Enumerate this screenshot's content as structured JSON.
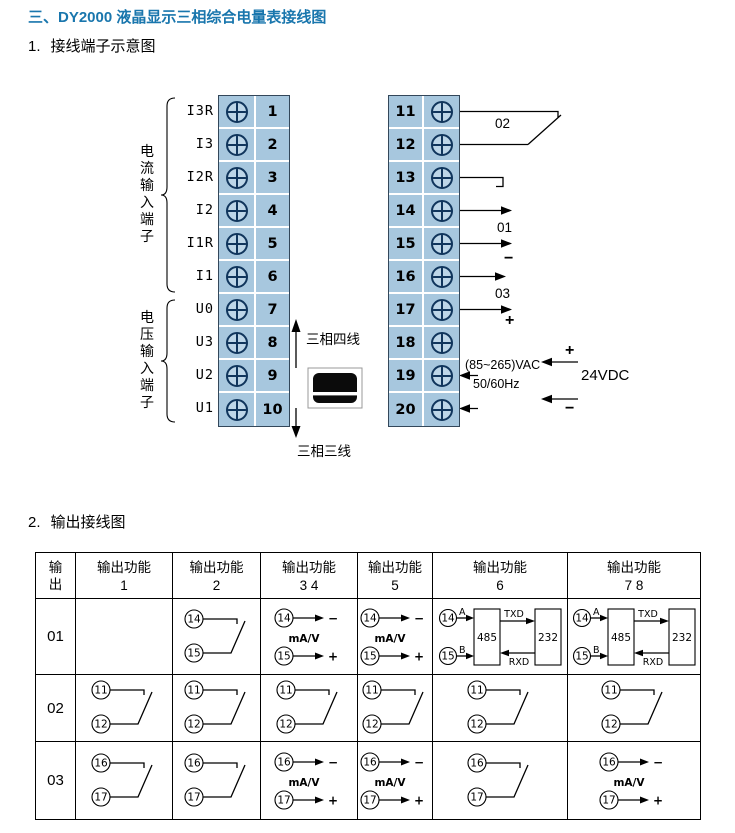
{
  "page": {
    "title": "三、DY2000 液晶显示三相综合电量表接线图",
    "section1_num": "1.",
    "section1_title": "接线端子示意图",
    "section2_num": "2.",
    "section2_title": "输出接线图"
  },
  "terminal_diagram": {
    "group_current": "电流输入端子",
    "group_voltage": "电压输入端子",
    "left_labels": [
      "I3R",
      "I3",
      "I2R",
      "I2",
      "I1R",
      "I1",
      "U0",
      "U3",
      "U2",
      "U1"
    ],
    "left_numbers": [
      "1",
      "2",
      "3",
      "4",
      "5",
      "6",
      "7",
      "8",
      "9",
      "10"
    ],
    "right_numbers": [
      "11",
      "12",
      "13",
      "14",
      "15",
      "16",
      "17",
      "18",
      "19",
      "20"
    ],
    "wire4_label": "三相四线",
    "wire3_label": "三相三线",
    "relay02_label": "02",
    "relay01_label": "01",
    "relay03_label": "03",
    "minus_label": "−",
    "plus_label": "+",
    "vac_label": "(85~265)VAC",
    "freq_label": "50/60Hz",
    "dc_plus": "+",
    "dc_voltage": "24VDC",
    "dc_minus": "−"
  },
  "output_table": {
    "corner_header": "输出",
    "headers": [
      {
        "line1": "输出功能",
        "line2": "1"
      },
      {
        "line1": "输出功能",
        "line2": "2"
      },
      {
        "line1": "输出功能",
        "line2": "3 4"
      },
      {
        "line1": "输出功能",
        "line2": "5"
      },
      {
        "line1": "输出功能",
        "line2": "6"
      },
      {
        "line1": "输出功能",
        "line2": "7 8"
      }
    ],
    "rows": [
      {
        "label": "01",
        "t1": "14",
        "t2": "15"
      },
      {
        "label": "02",
        "t1": "11",
        "t2": "12"
      },
      {
        "label": "03",
        "t1": "16",
        "t2": "17"
      }
    ],
    "sym": {
      "maV": "mA/V",
      "plus": "+",
      "minus": "−",
      "A": "A",
      "B": "B",
      "b485": "485",
      "b232": "232",
      "TXD": "TXD",
      "RXD": "RXD"
    }
  }
}
